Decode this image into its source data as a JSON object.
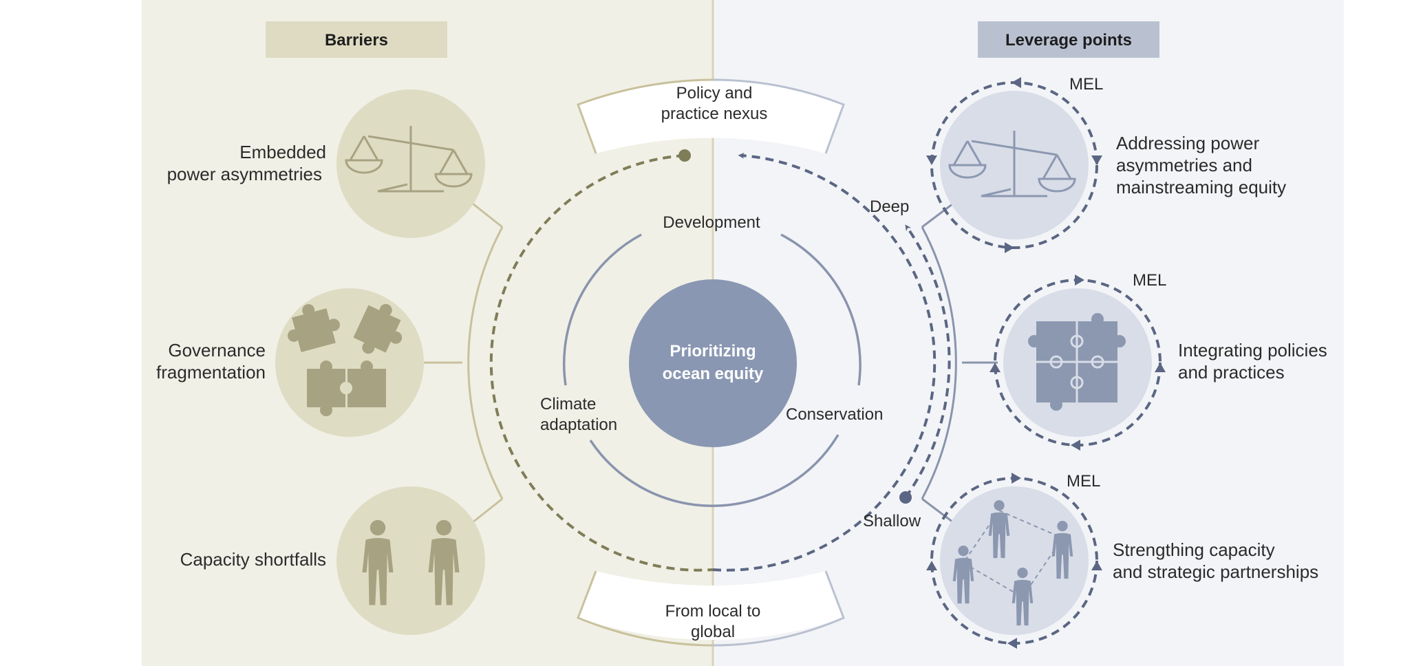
{
  "headers": {
    "barriers": "Barriers",
    "leverage_points": "Leverage points"
  },
  "center": {
    "line1": "Prioritizing",
    "line2": "ocean equity"
  },
  "inner_ring": {
    "top": "Development",
    "left_line1": "Climate",
    "left_line2": "adaptation",
    "right": "Conservation"
  },
  "top_banner": {
    "line1": "Policy and",
    "line2": "practice nexus"
  },
  "bottom_banner": {
    "line1": "From local to",
    "line2": "global"
  },
  "depth": {
    "deep": "Deep",
    "shallow": "Shallow"
  },
  "barriers": [
    {
      "line1": "Embedded",
      "line2": "power asymmetries",
      "icon": "scales-icon"
    },
    {
      "line1": "Governance",
      "line2": "fragmentation",
      "icon": "scattered-puzzle-icon"
    },
    {
      "line1": "Capacity shortfalls",
      "line2": "",
      "icon": "two-people-icon"
    }
  ],
  "leverage_points": [
    {
      "line1": "Addressing power",
      "line2": "asymmetries and",
      "line3": "mainstreaming equity",
      "mel": "MEL",
      "icon": "scales-icon"
    },
    {
      "line1": "Integrating policies",
      "line2": "and practices",
      "line3": "",
      "mel": "MEL",
      "icon": "assembled-puzzle-icon"
    },
    {
      "line1": "Strengthing capacity",
      "line2": "and strategic partnerships",
      "line3": "",
      "mel": "MEL",
      "icon": "network-people-icon"
    }
  ],
  "colors": {
    "left_bg": "#f1f0e6",
    "right_bg": "#f3f4f7",
    "olive_circle": "#dfdcc4",
    "olive_icon": "#a7a281",
    "olive_line": "#c8c19c",
    "olive_dash": "#7f7d58",
    "blue_circle": "#d8dde8",
    "blue_icon": "#8c98b0",
    "blue_line": "#8994ad",
    "blue_dash": "#5a6683",
    "center": "#8a97b2",
    "barrier_header": "#dedbc2",
    "leverage_header": "#b9c1d1"
  }
}
